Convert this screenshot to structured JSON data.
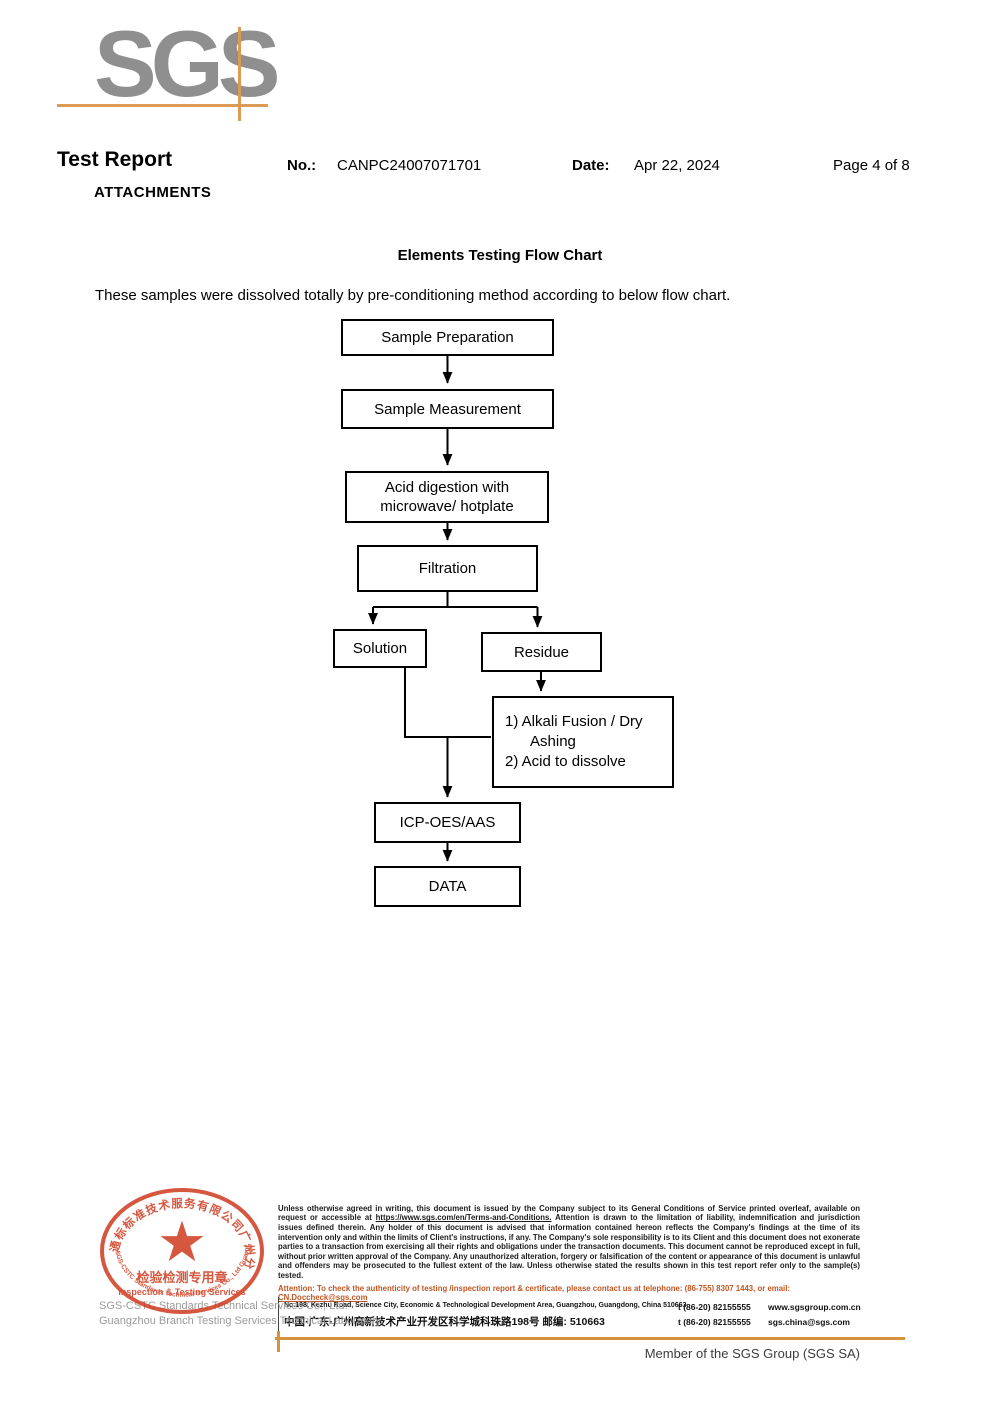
{
  "header": {
    "logo": "SGS",
    "report_title": "Test Report",
    "attachments_label": "ATTACHMENTS",
    "no_label": "No.:",
    "report_no": "CANPC24007071701",
    "date_label": "Date:",
    "date_value": "Apr 22, 2024",
    "page_label": "Page 4 of 8"
  },
  "content": {
    "chart_title": "Elements Testing Flow Chart",
    "intro": "These samples were dissolved totally by pre-conditioning method according to below flow chart."
  },
  "flowchart": {
    "sample_preparation": "Sample Preparation",
    "sample_measurement": "Sample Measurement",
    "acid_digestion": "Acid digestion with\nmicrowave/ hotplate",
    "filtration": "Filtration",
    "solution": "Solution",
    "residue": "Residue",
    "alkali": "1) Alkali Fusion / Dry\n      Ashing\n2) Acid to dissolve",
    "icp": "ICP-OES/AAS",
    "data": "DATA"
  },
  "footer": {
    "legal_pre": "Unless otherwise agreed in writing, this document is issued by the Company subject to its General Conditions of Service printed overleaf, available on request or accessible at ",
    "legal_link": "https://www.sgs.com/en/Terms-and-Conditions.",
    "legal_post": " Attention is drawn to the limitation of liability, indemnification and jurisdiction issues defined therein. Any holder of this document is advised that information contained hereon reflects the Company's findings at the time of its intervention only and within the limits of Client's instructions, if any. The Company's sole responsibility is to its Client and this document does not exonerate parties to a transaction from exercising all their rights and obligations under the transaction documents. This document cannot be reproduced except in full, without prior written approval of the Company. Any unauthorized alteration, forgery or falsification of the content or appearance of this document is unlawful and offenders may be prosecuted to the fullest extent of the law. Unless otherwise stated the results shown in this test report refer only to the sample(s) tested.",
    "attention_pre": "Attention: To check the authenticity of testing /inspection report & certificate, please contact us at telephone: (86-755) 8307 1443, or email: ",
    "attention_email": "CN.Doccheck@sgs.com",
    "address_en": "No.198, Kezhu Road, Science City, Economic & Technological Development Area, Guangzhou, Guangdong, China 510663",
    "address_cn": "中国·广东·广州高新技术产业开发区科学城科珠路198号   邮编: 510663",
    "tel_1": "t (86-20) 82155555",
    "tel_2": "t (86-20) 82155555",
    "website": "www.sgsgroup.com.cn",
    "email": "sgs.china@sgs.com",
    "member": "Member of the SGS Group (SGS SA)",
    "company_line1": "SGS-CSTC Standards Technical Services Co., Ltd.",
    "company_line2": "Guangzhou Branch Testing Services Technical Laboratory.",
    "stamp": {
      "arc_cn": "通标标准技术服务有限公司广州分公司",
      "star": "★",
      "line_cn": "检验检测专用章",
      "line_en": "Inspection & Testing Services",
      "arc_en": "SGS-CSTC Standards Technical Services Co., Ltd Guangzhou Branch"
    }
  },
  "colors": {
    "accent_orange": "#dc9a55",
    "stamp_red": "#cf3a1e",
    "logo_gray": "#8f8f90",
    "attention_red": "#c05724"
  }
}
